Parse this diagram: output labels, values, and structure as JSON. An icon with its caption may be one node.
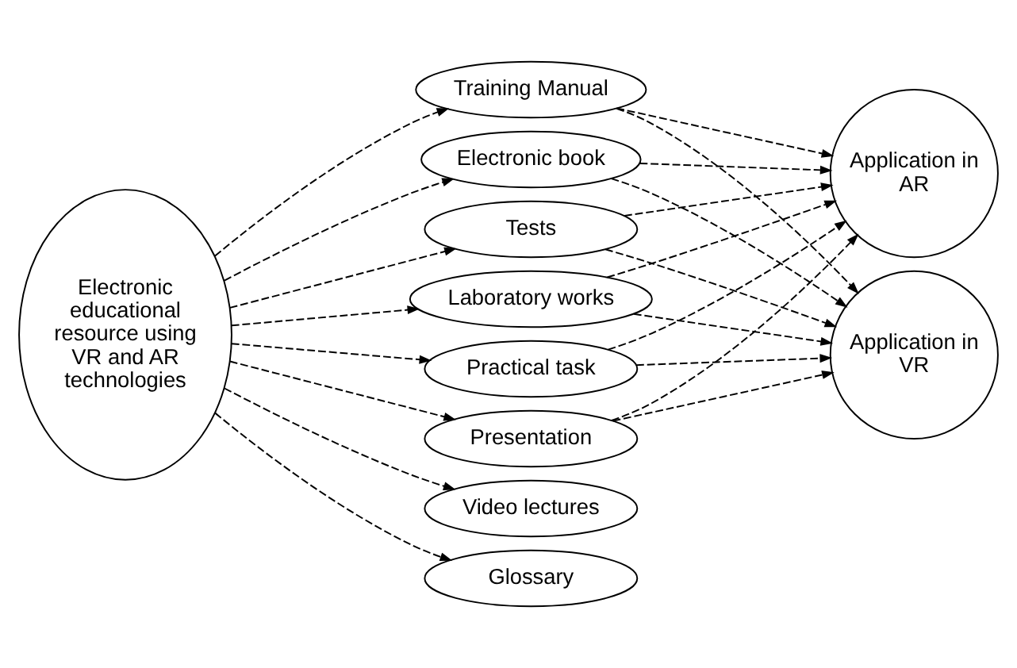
{
  "diagram": {
    "nodes": [
      {
        "text": [
          "Electronic educational resource using VR and AR technologies"
        ]
      },
      {
        "text": [
          "Training Manual"
        ]
      },
      {
        "text": [
          "Electronic book"
        ]
      },
      {
        "text": [
          "Tests"
        ]
      },
      {
        "text": [
          "Video lectures"
        ]
      },
      {
        "text": [
          "Laboratory works"
        ]
      },
      {
        "text": [
          "Practical task"
        ]
      },
      {
        "text": [
          "Glossary"
        ]
      },
      {
        "text": [
          "Presentation"
        ]
      },
      {
        "text": [
          "Application in AR"
        ]
      },
      {
        "text": [
          "Application in VR"
        ]
      }
    ],
    "edges": [
      {
        "from": 0,
        "to": 1,
        "arrow": "to",
        "style": "dashed"
      },
      {
        "from": 0,
        "to": 2,
        "arrow": "to",
        "style": "dashed"
      },
      {
        "from": 0,
        "to": 3,
        "arrow": "to",
        "style": "dashed"
      },
      {
        "from": 0,
        "to": 4,
        "arrow": "to",
        "style": "dashed"
      },
      {
        "from": 0,
        "to": 5,
        "arrow": "to",
        "style": "dashed"
      },
      {
        "from": 0,
        "to": 6,
        "arrow": "to",
        "style": "dashed"
      },
      {
        "from": 0,
        "to": 7,
        "arrow": "to",
        "style": "dashed"
      },
      {
        "from": 0,
        "to": 8,
        "arrow": "to",
        "style": "dashed"
      },
      {
        "from": 1,
        "to": 9,
        "arrow": "to",
        "style": "dashed"
      },
      {
        "from": 1,
        "to": 10,
        "arrow": "to",
        "style": "dashed"
      },
      {
        "from": 2,
        "to": 9,
        "arrow": "to",
        "style": "dashed"
      },
      {
        "from": 2,
        "to": 10,
        "arrow": "to",
        "style": "dashed"
      },
      {
        "from": 3,
        "to": 9,
        "arrow": "to",
        "style": "dashed"
      },
      {
        "from": 3,
        "to": 10,
        "arrow": "to",
        "style": "dashed"
      },
      {
        "from": 5,
        "to": 9,
        "arrow": "to",
        "style": "dashed"
      },
      {
        "from": 5,
        "to": 10,
        "arrow": "to",
        "style": "dashed"
      },
      {
        "from": 6,
        "to": 9,
        "arrow": "to",
        "style": "dashed"
      },
      {
        "from": 6,
        "to": 10,
        "arrow": "to",
        "style": "dashed"
      },
      {
        "from": 8,
        "to": 9,
        "arrow": "to",
        "style": "dashed"
      },
      {
        "from": 8,
        "to": 10,
        "arrow": "to",
        "style": "dashed"
      }
    ]
  }
}
